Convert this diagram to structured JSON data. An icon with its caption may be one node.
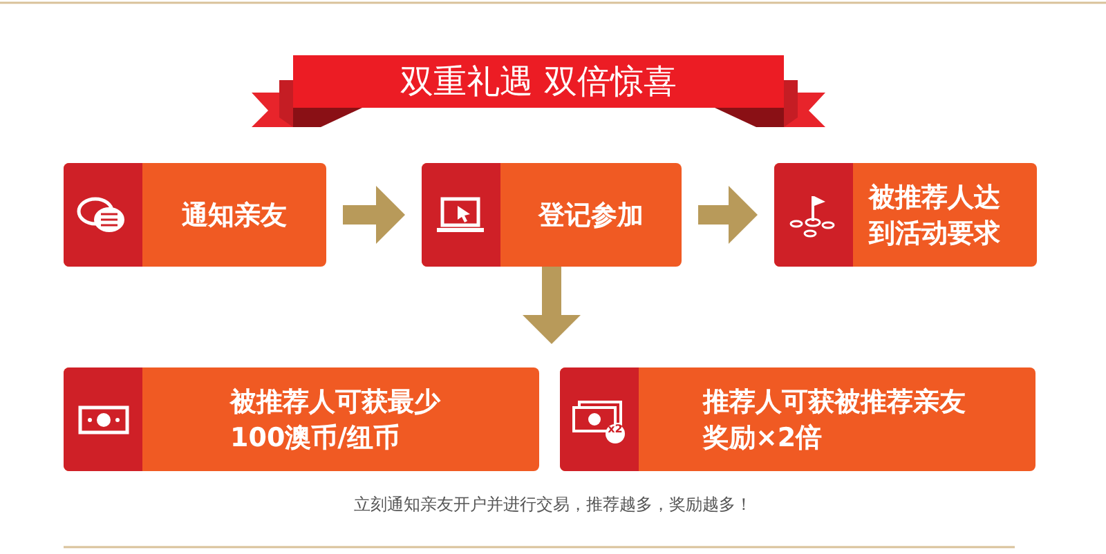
{
  "diagram": {
    "title": "双重礼遇 双倍惊喜",
    "caption": "立刻通知亲友开户并进行交易，推荐越多，奖励越多！",
    "nodes": [
      {
        "text": [
          "通知亲友"
        ]
      },
      {
        "text": [
          "登记参加"
        ]
      },
      {
        "text": [
          "被推荐人达到活动要求"
        ]
      },
      {
        "text": [
          "被推荐人可获最少100澳币/纽币"
        ]
      },
      {
        "text": [
          "推荐人可获被推荐亲友奖励×2倍"
        ]
      }
    ],
    "edges": [
      {
        "from": 0,
        "to": 1,
        "arrow": "to"
      },
      {
        "from": 1,
        "to": 2,
        "arrow": "to"
      },
      {
        "from": 1,
        "to": null,
        "arrow": "to"
      }
    ],
    "labels": [
      "x2"
    ]
  }
}
